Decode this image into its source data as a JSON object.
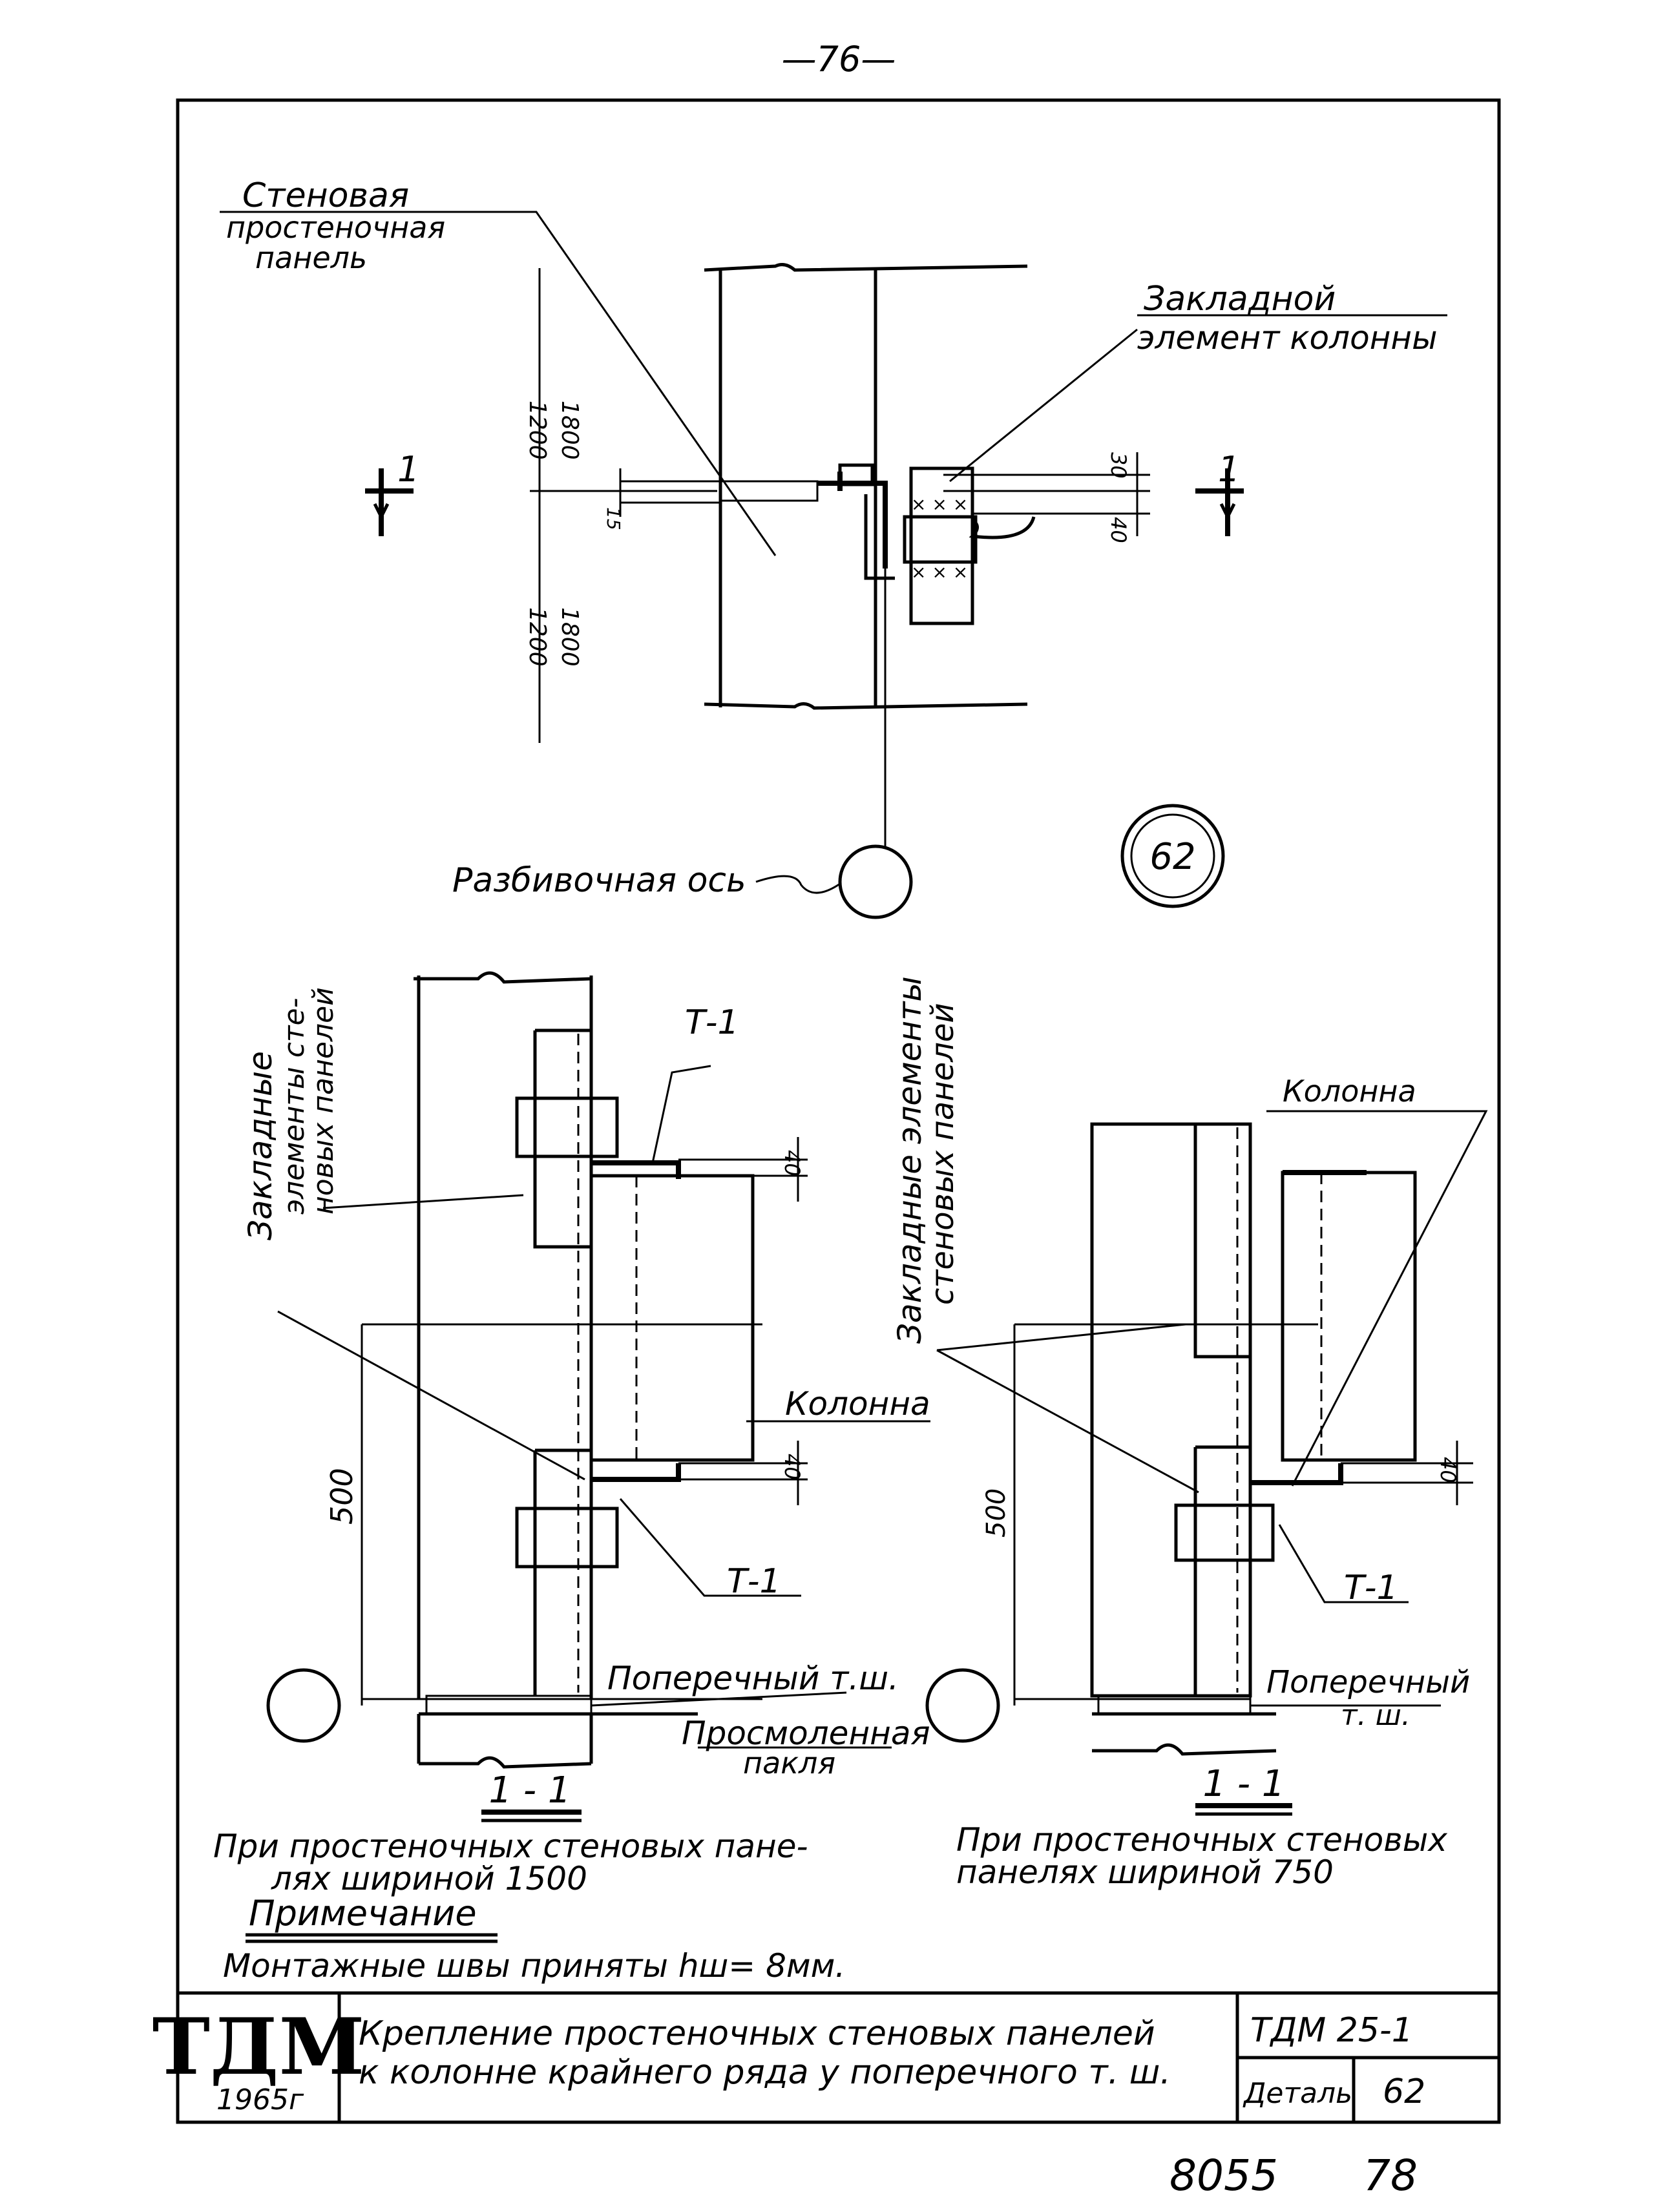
{
  "page_number": "—76—",
  "top_detail": {
    "label_panel": [
      "Стеновая",
      "простеночная",
      "панель"
    ],
    "label_embedded": [
      "Закладной",
      "элемент колонны"
    ],
    "dim_1200_top": "1200",
    "dim_1800_top": "1800",
    "dim_1200_bot": "1200",
    "dim_1800_bot": "1800",
    "dim_15": "15",
    "dim_30": "30",
    "dim_40": "40",
    "section_mark_left": "1",
    "section_mark_right": "1",
    "axis_label": "Разбивочная ось",
    "detail_number": "62"
  },
  "section_left": {
    "label_embedded": [
      "Закладные",
      "элементы сте-",
      "новых панелей"
    ],
    "label_t1_top": "Т-1",
    "label_t1_bot": "Т-1",
    "label_column": "Колонна",
    "dim_40_top": "40",
    "dim_40_bot": "40",
    "dim_500": "500",
    "label_joint": "Поперечный т.ш.",
    "label_tow": [
      "Просмоленная",
      "пакля"
    ],
    "section_title": "1 - 1",
    "caption": [
      "При простеночных стеновых пане-",
      "лях шириной   1500"
    ]
  },
  "section_right": {
    "label_embedded": [
      "Закладные элементы",
      "стеновых панелей"
    ],
    "label_column": "Колонна",
    "label_t1": "Т-1",
    "dim_40": "40",
    "dim_500": "500",
    "label_joint": [
      "Поперечный",
      "т. ш."
    ],
    "section_title": "1 - 1",
    "caption": [
      "При простеночных стеновых",
      "панелях шириной    750"
    ]
  },
  "note": {
    "heading": "Примечание",
    "text": "Монтажные швы приняты hш= 8мм."
  },
  "title_block": {
    "logo": "ТДМ",
    "year": "1965г",
    "title_line1": "Крепление простеночных стеновых панелей",
    "title_line2": "к колонне крайнего ряда у поперечного т. ш.",
    "code": "ТДМ 25-1",
    "detail_label": "Деталь",
    "detail_value": "62"
  },
  "footer": {
    "left": "8055",
    "right": "78"
  }
}
